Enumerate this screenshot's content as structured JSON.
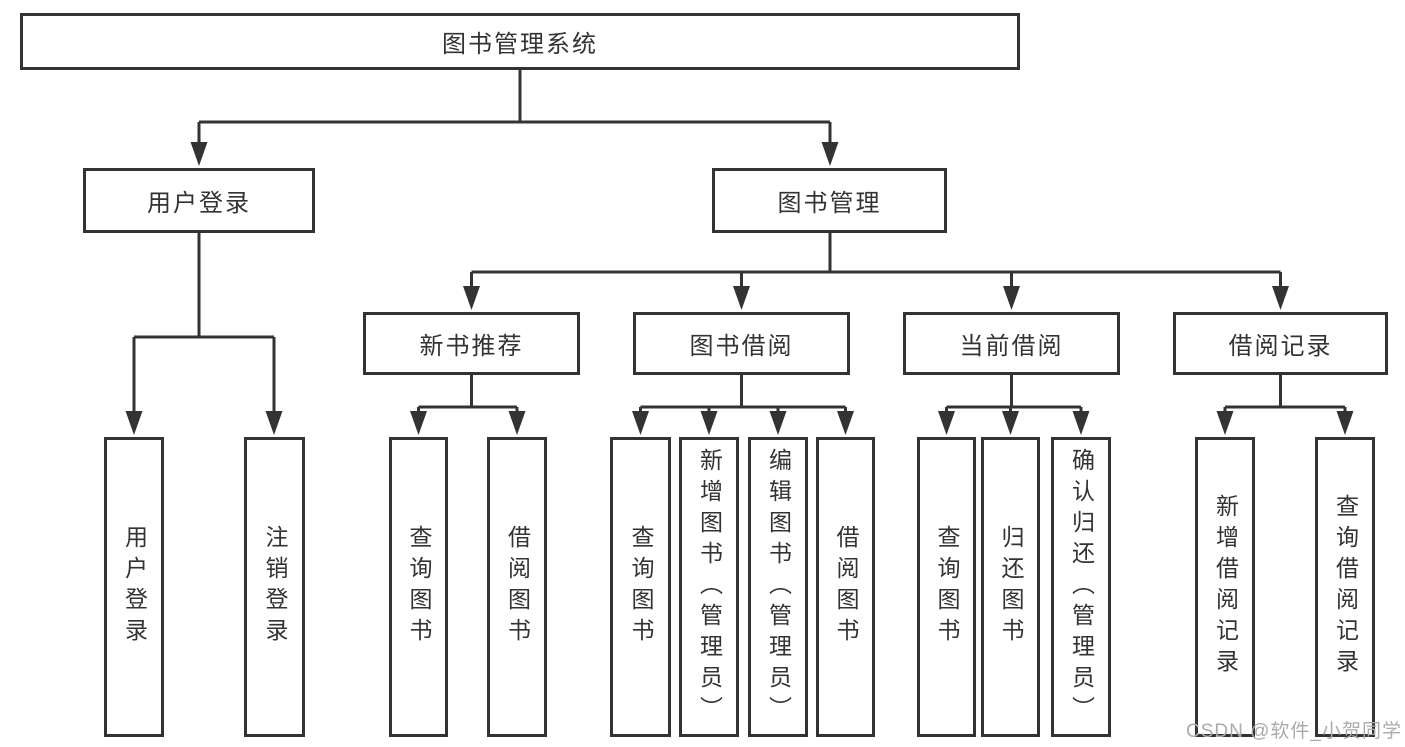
{
  "nodes": {
    "root": "图书管理系统",
    "user_login": "用户登录",
    "book_mgmt": "图书管理",
    "new_book_rec": "新书推荐",
    "book_borrow": "图书借阅",
    "current_borrow": "当前借阅",
    "borrow_records": "借阅记录",
    "leaf_user_login": "用户登录",
    "leaf_logout": "注销登录",
    "leaf_query_book_a": "查询图书",
    "leaf_borrow_book_a": "借阅图书",
    "leaf_query_book_b": "查询图书",
    "leaf_add_book": "新增图书（管理员）",
    "leaf_edit_book": "编辑图书（管理员）",
    "leaf_borrow_book_b": "借阅图书",
    "leaf_query_book_c": "查询图书",
    "leaf_return_book": "归还图书",
    "leaf_confirm_return": "确认归还（管理员）",
    "leaf_add_borrow_record": "新增借阅记录",
    "leaf_query_borrow_record": "查询借阅记录"
  },
  "hierarchy": {
    "图书管理系统": {
      "用户登录": [
        "用户登录",
        "注销登录"
      ],
      "图书管理": {
        "新书推荐": [
          "查询图书",
          "借阅图书"
        ],
        "图书借阅": [
          "查询图书",
          "新增图书（管理员）",
          "编辑图书（管理员）",
          "借阅图书"
        ],
        "当前借阅": [
          "查询图书",
          "归还图书",
          "确认归还（管理员）"
        ],
        "借阅记录": [
          "新增借阅记录",
          "查询借阅记录"
        ]
      }
    }
  },
  "watermark": "CSDN @软件_小贺同学",
  "colors": {
    "line": "#333333",
    "text": "#333333",
    "background": "#ffffff",
    "watermark": "#ababab"
  }
}
